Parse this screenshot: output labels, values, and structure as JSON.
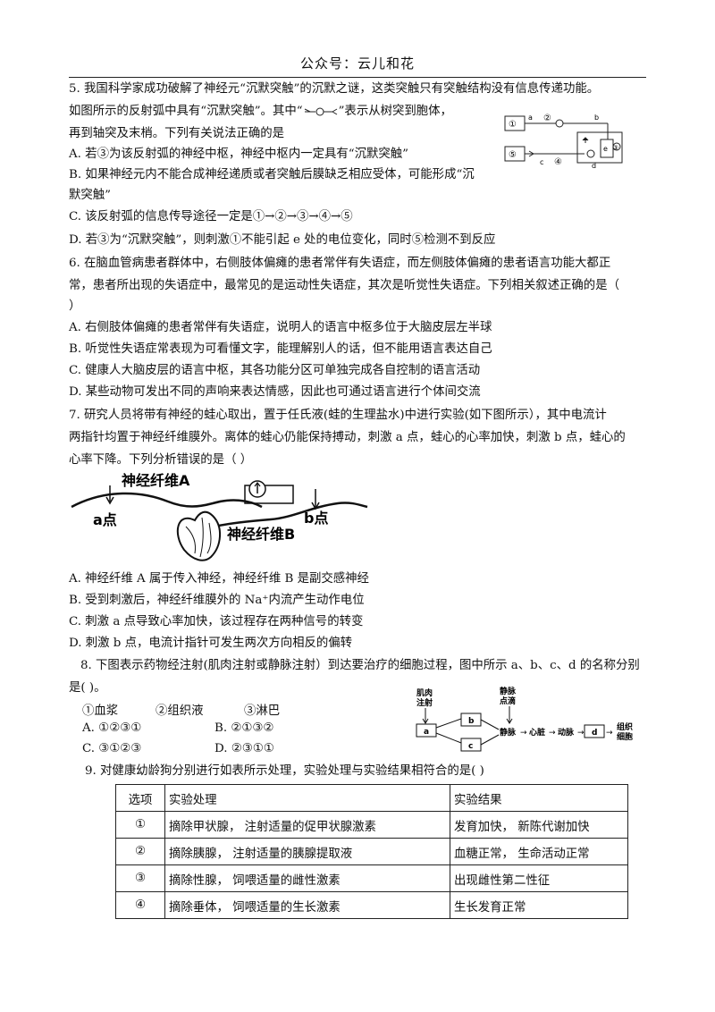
{
  "header": "公众号：云儿和花",
  "q5": {
    "stem": [
      "5.  我国科学家成功破解了神经元“沉默突触”的沉默之谜，这类突触只有突触结构没有信息传递功能。",
      "如图所示的反射弧中具有“沉默突触”。其中“",
      "”表示从树突到胞体，",
      "再到轴突及末梢。下列有关说法正确的是"
    ],
    "options": [
      "A.  若③为该反射弧的神经中枢，神经中枢内一定具有“沉默突触”",
      "B.  如果神经元内不能合成神经递质或者突触后膜缺乏相应受体，可能形成“沉",
      "默突触”",
      "C.  该反射弧的信息传导途径一定是①→②→③→④→⑤",
      "D.  若③为“沉默突触”，则刺激①不能引起 e 处的电位变化，同时⑤检测不到反应"
    ],
    "fig": {
      "n1": "①",
      "n2": "②",
      "n3": "③",
      "n4": "④",
      "n5": "⑤",
      "a": "a",
      "b": "b",
      "c": "c",
      "d": "d",
      "e": "e"
    }
  },
  "q6": {
    "stem": [
      "6.  在脑血管病患者群体中，右侧肢体偏瘫的患者常伴有失语症，而左侧肢体偏瘫的患者语言功能大都正",
      "常，患者所出现的失语症中，最常见的是运动性失语症，其次是听觉性失语症。下列相关叙述正确的是（",
      "）"
    ],
    "options": [
      "A.  右侧肢体偏瘫的患者常伴有失语症，说明人的语言中枢多位于大脑皮层左半球",
      "B.  听觉性失语症常表现为可看懂文字，能理解别人的话，但不能用语言表达自己",
      "C.  健康人大脑皮层的语言中枢，其各功能分区可单独完成各自控制的语言活动",
      "D.  某些动物可发出不同的声响来表达情感，因此也可通过语言进行个体间交流"
    ]
  },
  "q7": {
    "stem": [
      "7.  研究人员将带有神经的蛙心取出，置于任氏液(蛙的生理盐水)中进行实验(如下图所示），其中电流计",
      "两指针均置于神经纤维膜外。离体的蛙心仍能保持搏动，刺激 a 点，蛙心的心率加快，刺激 b 点，蛙心的",
      "心率下降。下列分析错误的是（        ）"
    ],
    "fig": {
      "fiberA": "神经纤维A",
      "fiberB": "神经纤维B",
      "pointA": "a点",
      "pointB": "b点"
    },
    "options": [
      "A.  神经纤维 A 属于传入神经，神经纤维 B  是副交感神经",
      "B.  受到刺激后，神经纤维膜外的 Na⁺内流产生动作电位",
      "C.  刺激 a 点导致心率加快，该过程存在两种信号的转变",
      "D.  刺激 b 点，电流计指针可发生两次方向相反的偏转"
    ]
  },
  "q8": {
    "stem": [
      "8.  下图表示药物经注射(肌肉注射或静脉注射）到达要治疗的细胞过程，图中所示  a、b、c、d 的名称分别",
      "是(    )。"
    ],
    "legend": [
      "①血浆",
      "②组织液",
      "③淋巴"
    ],
    "options": [
      [
        "A.  ①②③①",
        "B.  ②①③②"
      ],
      [
        "C.  ③①②③",
        "D.  ②③①①"
      ]
    ],
    "fig": {
      "im": [
        "肌肉",
        "注射"
      ],
      "iv": [
        "静脉",
        "点滴"
      ],
      "a": "a",
      "b": "b",
      "c": "c",
      "d": "d",
      "vein": "静脉",
      "heart": "心脏",
      "artery": "动脉",
      "tissue": [
        "组织",
        "细胞"
      ]
    }
  },
  "q9": {
    "stem": "9.  对健康幼龄狗分别进行如表所示处理，实验处理与实验结果相符合的是(     )",
    "headers": [
      "选项",
      "实验处理",
      "实验结果"
    ],
    "rows": [
      [
        "①",
        "摘除甲状腺，  注射适量的促甲状腺激素",
        "发育加快，  新陈代谢加快"
      ],
      [
        "②",
        "摘除胰腺，  注射适量的胰腺提取液",
        "血糖正常，  生命活动正常"
      ],
      [
        "③",
        "摘除性腺，  饲喂适量的雌性激素",
        "出现雌性第二性征"
      ],
      [
        "④",
        "摘除垂体，  饲喂适量的生长激素",
        "生长发育正常"
      ]
    ]
  }
}
